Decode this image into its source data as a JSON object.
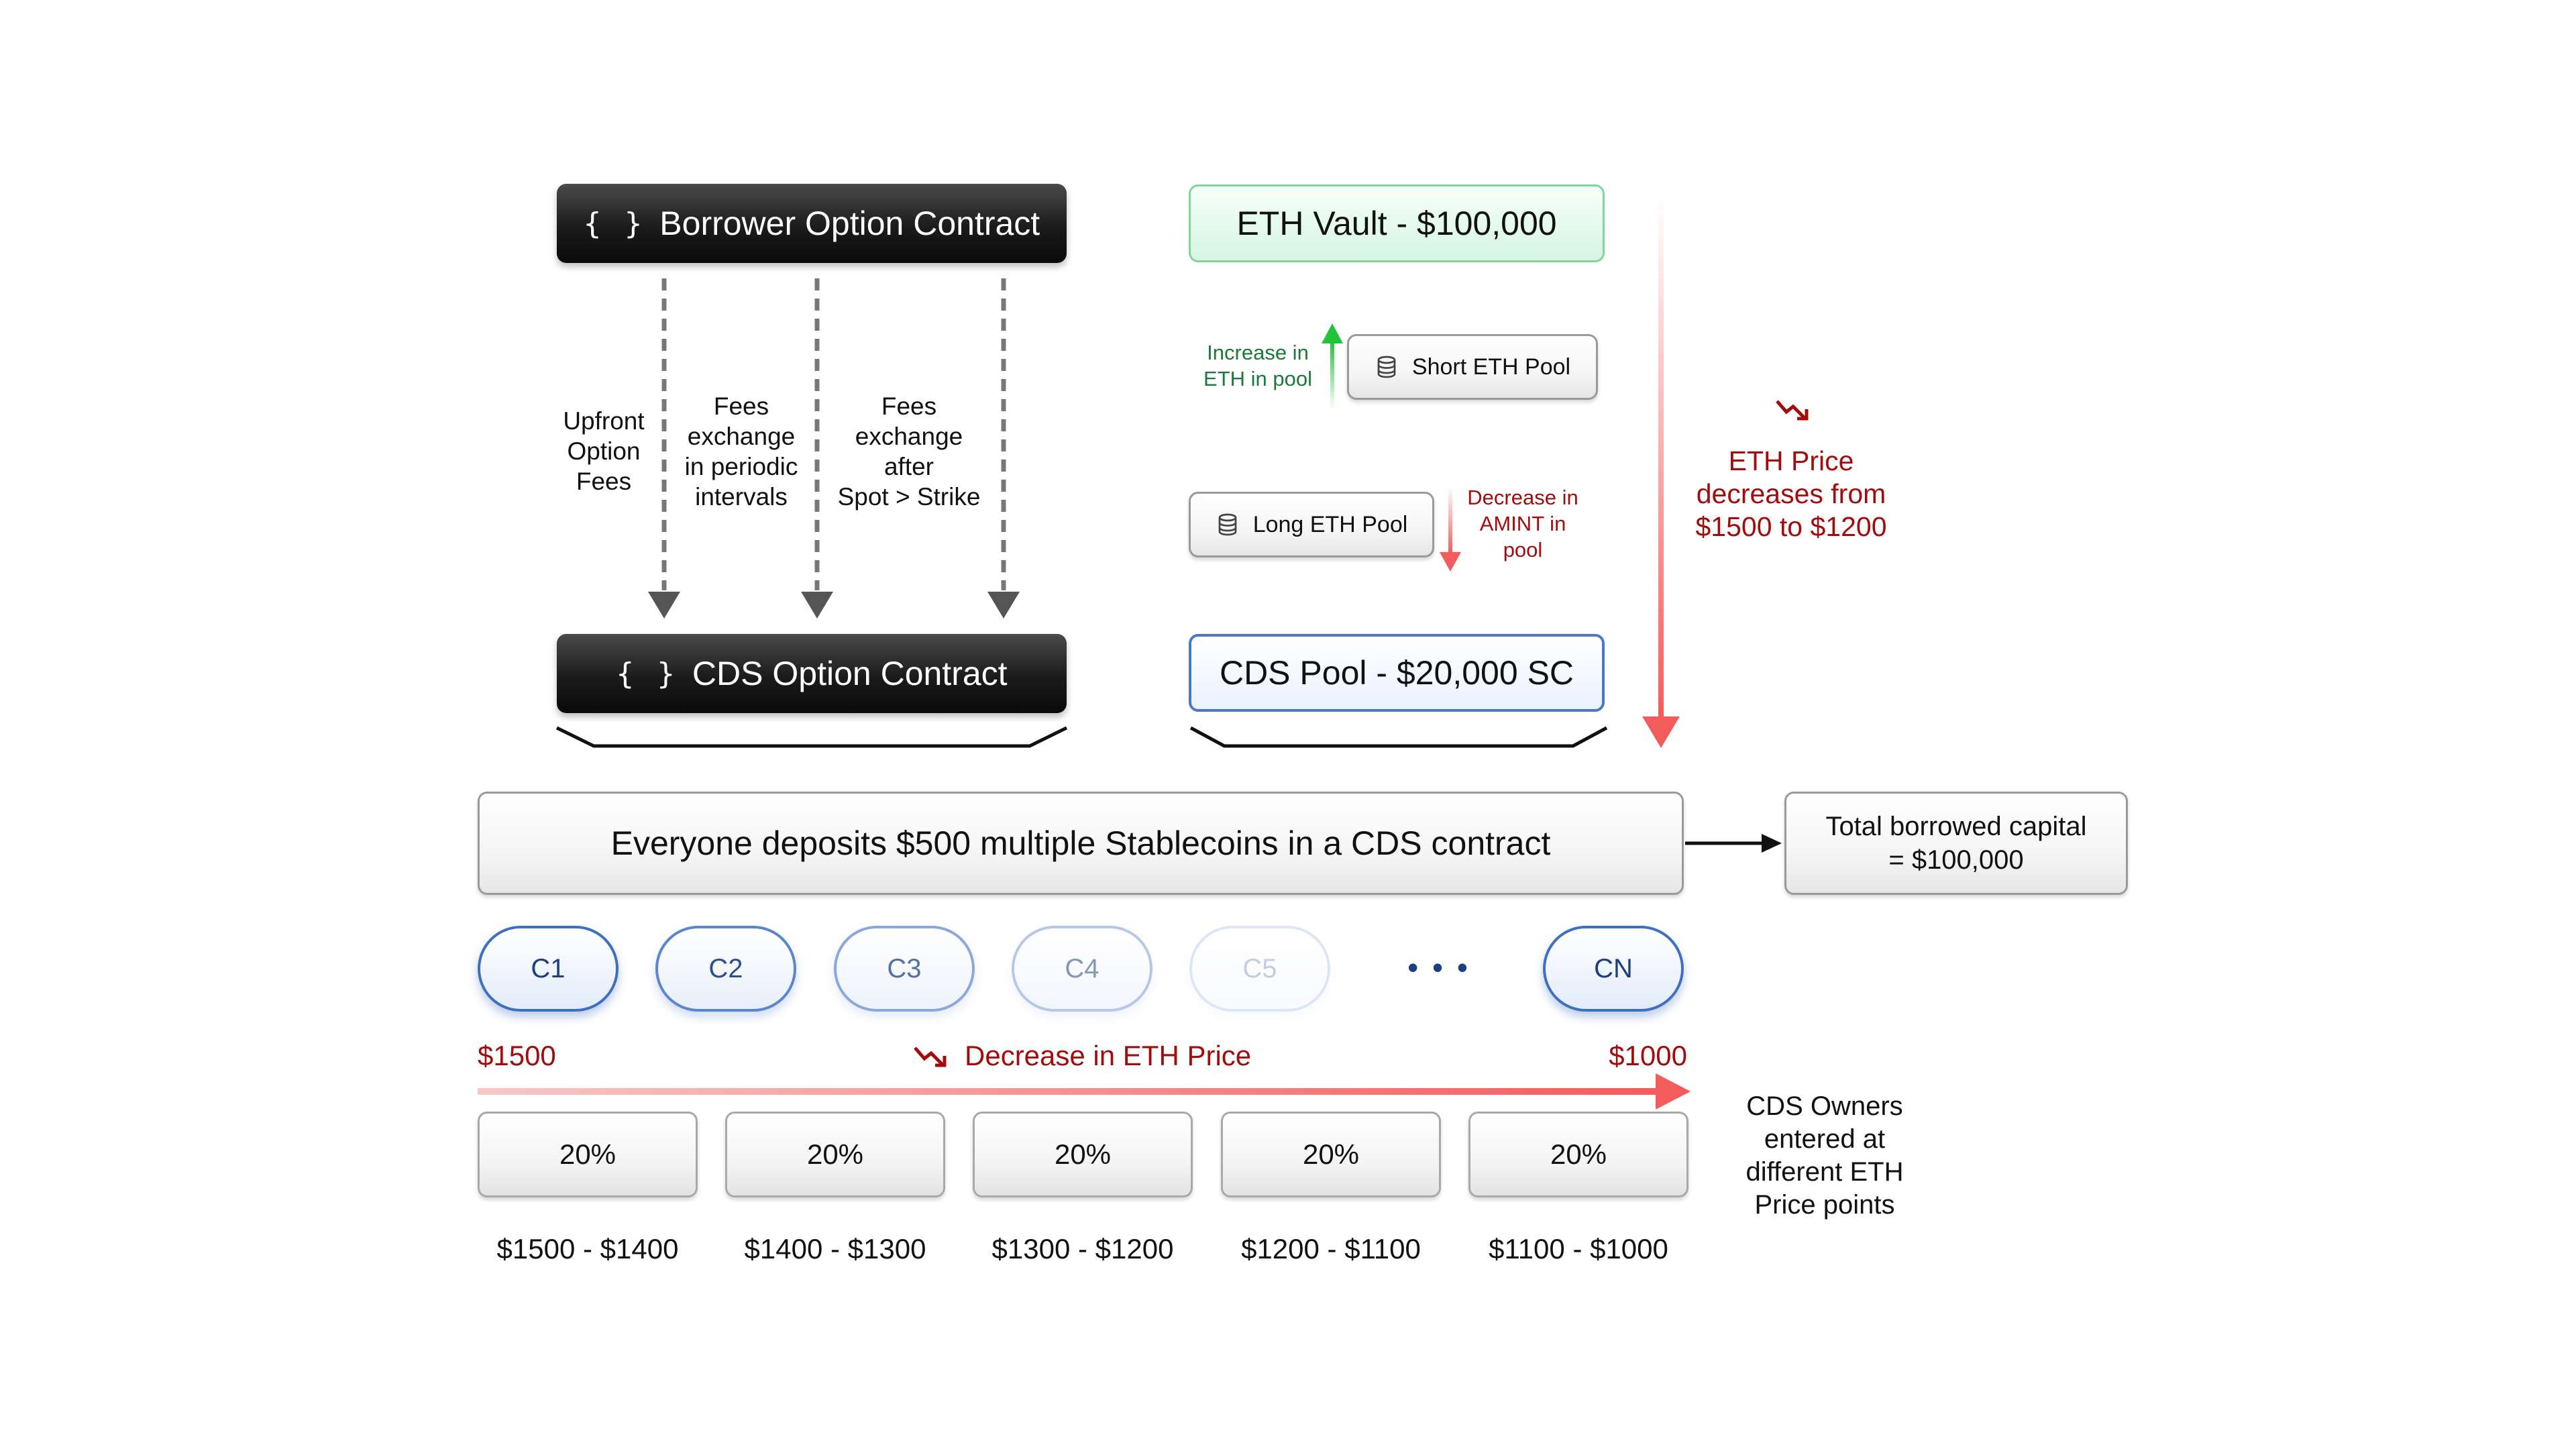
{
  "borrower_contract": {
    "label": "Borrower Option Contract",
    "brace": "{ }"
  },
  "cds_contract": {
    "label": "CDS Option Contract",
    "brace": "{ }"
  },
  "flows": [
    {
      "lines": [
        "Upfront",
        "Option",
        "Fees"
      ]
    },
    {
      "lines": [
        "Fees",
        "exchange",
        "in periodic",
        "intervals"
      ]
    },
    {
      "lines": [
        "Fees",
        "exchange",
        "after",
        "Spot > Strike"
      ]
    }
  ],
  "eth_vault": {
    "label": "ETH Vault - $100,000"
  },
  "short_pool": {
    "label": "Short ETH Pool",
    "note_lines": [
      "Increase in",
      "ETH in pool"
    ]
  },
  "long_pool": {
    "label": "Long ETH Pool",
    "note_lines": [
      "Decrease in",
      "AMINT in",
      "pool"
    ]
  },
  "cds_pool": {
    "label": "CDS Pool - $20,000 SC"
  },
  "eth_price_note": {
    "lines": [
      "ETH Price",
      "decreases from",
      "$1500 to $1200"
    ]
  },
  "deposit_bar": {
    "label": "Everyone deposits $500 multiple Stablecoins in a CDS contract"
  },
  "borrowed_capital": {
    "lines": [
      "Total borrowed capital",
      "= $100,000"
    ]
  },
  "owners": [
    {
      "label": "C1"
    },
    {
      "label": "C2"
    },
    {
      "label": "C3"
    },
    {
      "label": "C4"
    },
    {
      "label": "C5"
    }
  ],
  "owners_ellipsis": "• • •",
  "owners_last": {
    "label": "CN"
  },
  "price_axis": {
    "start": "$1500",
    "end": "$1000",
    "label": "Decrease in ETH Price"
  },
  "tranches": [
    {
      "pct": "20%",
      "range": "$1500 - $1400"
    },
    {
      "pct": "20%",
      "range": "$1400 - $1300"
    },
    {
      "pct": "20%",
      "range": "$1300 - $1200"
    },
    {
      "pct": "20%",
      "range": "$1200 - $1100"
    },
    {
      "pct": "20%",
      "range": "$1100 - $1000"
    }
  ],
  "owners_note": {
    "lines": [
      "CDS Owners",
      "entered at",
      "different ETH",
      "Price points"
    ]
  },
  "colors": {
    "down_red": "#a30c0c",
    "arrow_red": "#f45b5b",
    "up_green": "#22c43a",
    "blue": "#4a78c8"
  }
}
